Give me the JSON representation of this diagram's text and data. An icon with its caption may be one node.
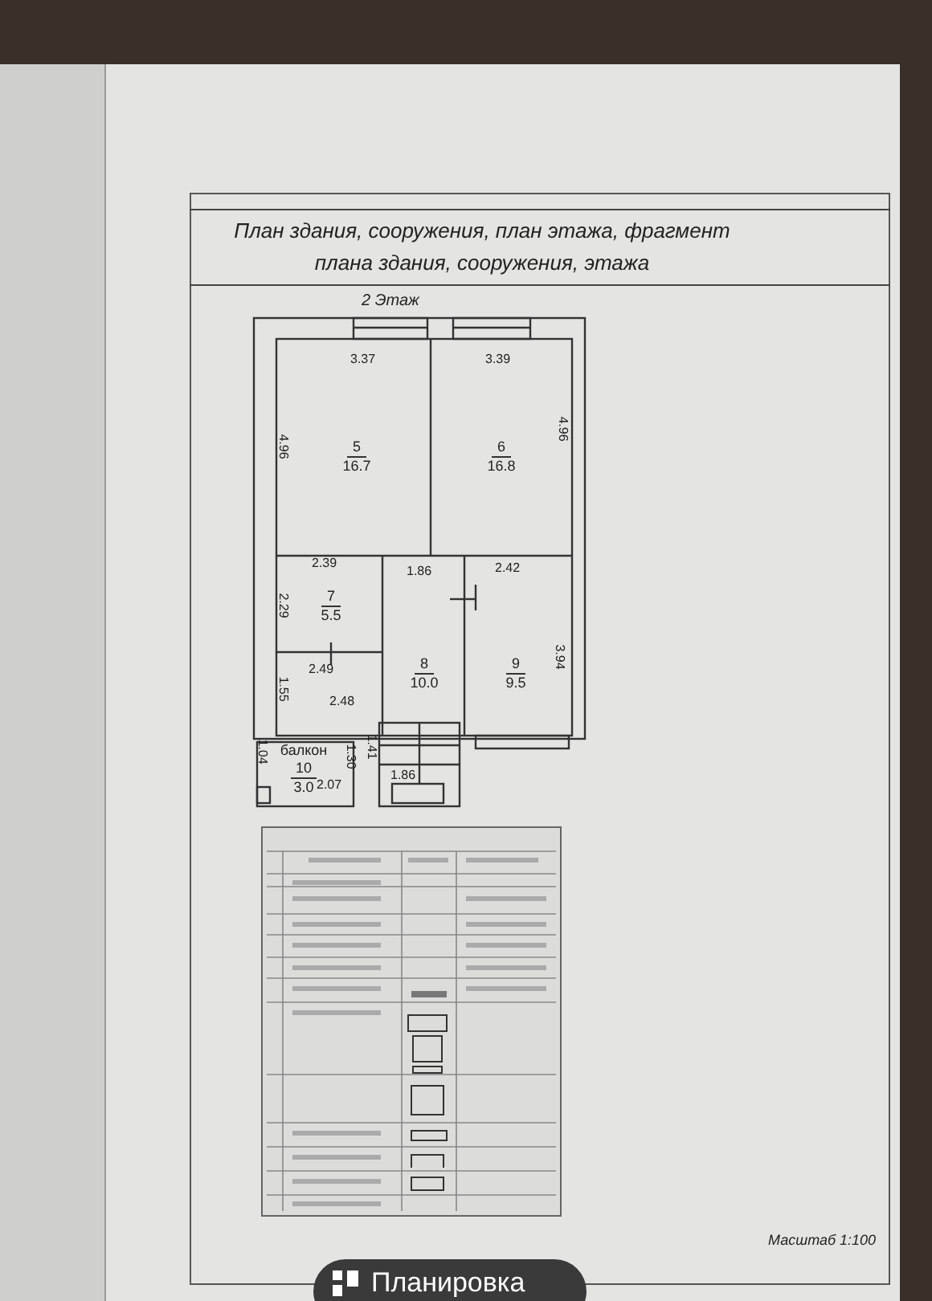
{
  "diagram": {
    "title": "План здания, сооружения, план этажа, фрагмент плана здания, сооружения, этажа",
    "nodes": [
      {
        "text": [
          "5",
          "16.7"
        ]
      },
      {
        "text": [
          "6",
          "16.8"
        ]
      },
      {
        "text": [
          "7",
          "5.5"
        ]
      },
      {
        "text": [
          "8",
          "10.0"
        ]
      },
      {
        "text": [
          "9",
          "9.5"
        ]
      },
      {
        "text": [
          "балкон",
          "10",
          "3.0"
        ]
      }
    ],
    "labels": [
      "2 Этаж",
      "3.37",
      "3.39",
      "4.96",
      "4.96",
      "2.39",
      "1.86",
      "2.42",
      "2.29",
      "2.49",
      "1.55",
      "3.94",
      "2.48",
      "1.04",
      "1.30",
      "1.41",
      "2.07",
      "1.86",
      "Масштаб 1:100",
      "Планировка"
    ]
  }
}
